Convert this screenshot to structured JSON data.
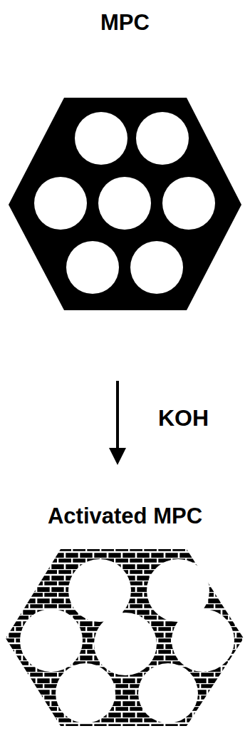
{
  "diagram": {
    "nodes": [
      {
        "text": [
          "MPC"
        ]
      },
      {
        "text": [
          "Activated MPC"
        ]
      }
    ],
    "edges": [
      {
        "from": 0,
        "to": 1,
        "arrow": "to",
        "label": "KOH"
      }
    ]
  }
}
